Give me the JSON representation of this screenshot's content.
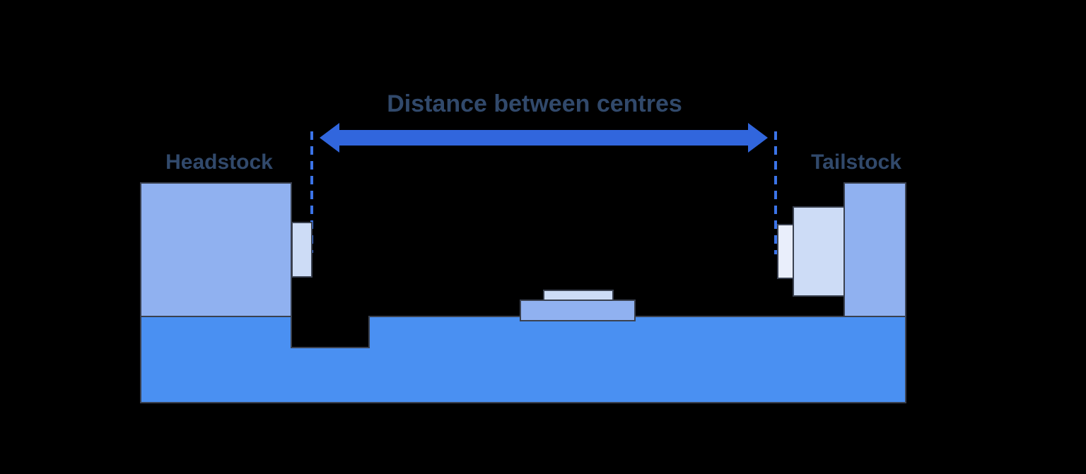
{
  "diagram": {
    "caption": "Distance between centres",
    "labels": {
      "headstock": "Headstock",
      "tailstock": "Tailstock"
    }
  },
  "colors": {
    "background": "#000000",
    "bed_blue": "#4a90f2",
    "machine_body_blue": "#90b1f0",
    "plate_light_blue": "#cddcf6",
    "centre_tip_light": "#e9eefb",
    "arrow_blue": "#3166dd",
    "extent_line_blue": "#3b74e8",
    "label_text_navy": "#31496b",
    "outline_dark": "#3a4150"
  }
}
